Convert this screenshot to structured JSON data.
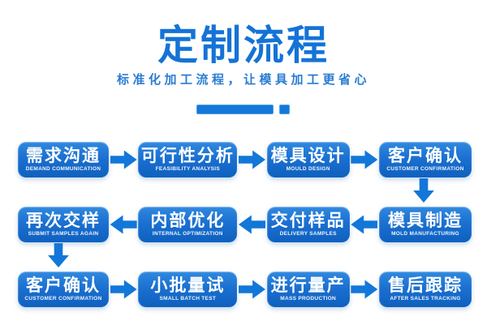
{
  "header": {
    "title": "定制流程",
    "subtitle": "标准化加工流程，让模具加工更省心"
  },
  "colors": {
    "title_blue": "#1473d6",
    "subtitle_blue": "#2b7cd3",
    "box_gradient_top": "#3089df",
    "box_gradient_bottom": "#0f60be",
    "arrow_blue": "#1277d9",
    "step_text": "#ffffff",
    "background": "#ffffff"
  },
  "flow": {
    "rows": [
      {
        "direction": "right",
        "steps": [
          {
            "zh": "需求沟通",
            "en": "DEMAND COMMUNICATION"
          },
          {
            "zh": "可行性分析",
            "en": "FEASIBILITY ANALYSIS"
          },
          {
            "zh": "模具设计",
            "en": "MOULD DESIGN"
          },
          {
            "zh": "客户确认",
            "en": "CUSTOMER CONFIRMATION"
          }
        ]
      },
      {
        "direction": "left",
        "steps": [
          {
            "zh": "再次交样",
            "en": "SUBMIT SAMPLES AGAIN"
          },
          {
            "zh": "内部优化",
            "en": "INTERNAL OPTIMIZATION"
          },
          {
            "zh": "交付样品",
            "en": "DELIVERY SAMPLES"
          },
          {
            "zh": "模具制造",
            "en": "MOLD MANUFACTURING"
          }
        ]
      },
      {
        "direction": "right",
        "steps": [
          {
            "zh": "客户确认",
            "en": "CUSTOMER CONFIRMATION"
          },
          {
            "zh": "小批量试",
            "en": "SMALL BATCH TEST"
          },
          {
            "zh": "进行量产",
            "en": "MASS PRODUCTION"
          },
          {
            "zh": "售后跟踪",
            "en": "AFTER SALES TRACKING"
          }
        ]
      }
    ]
  }
}
